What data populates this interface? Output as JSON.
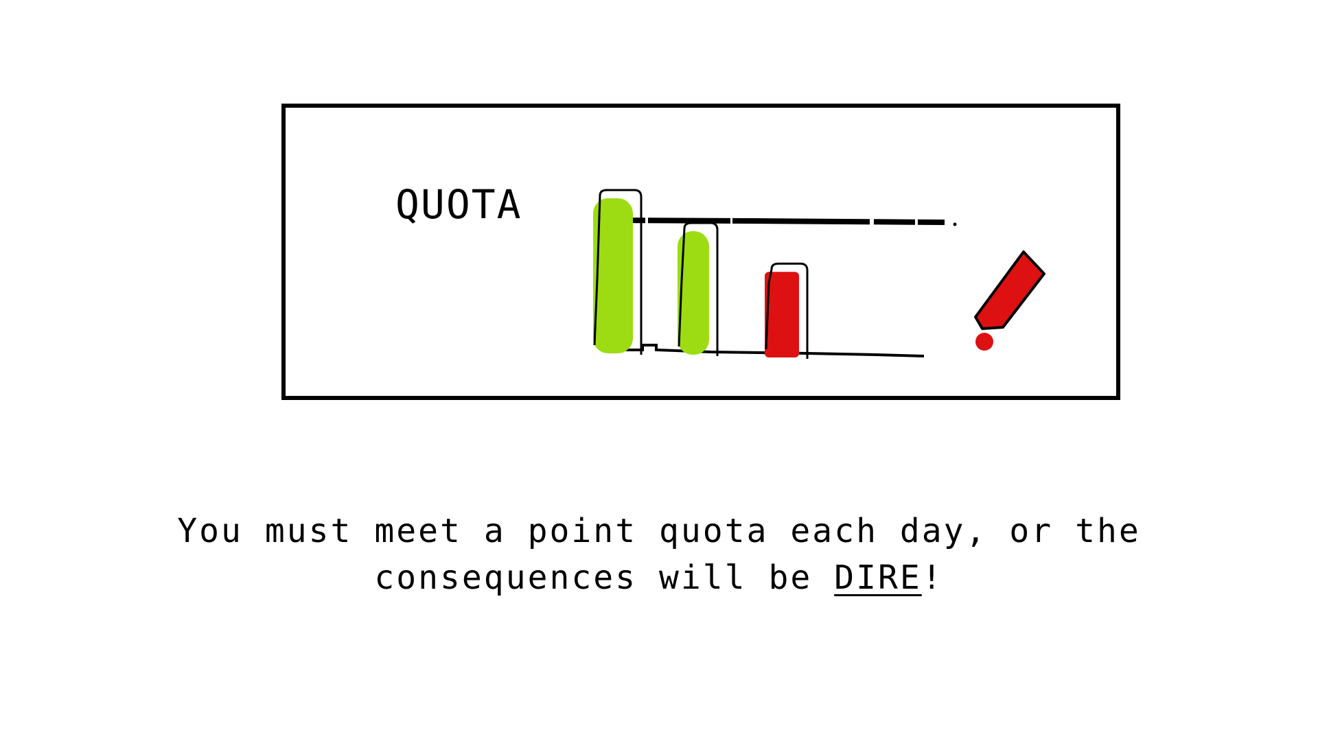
{
  "panel": {
    "label": "QUOTA"
  },
  "chart_data": {
    "type": "bar",
    "categories": [],
    "values": [
      1.25,
      1.0,
      0.7
    ],
    "quota_line": 1.0,
    "colors": [
      "#9ddc12",
      "#9ddc12",
      "#dd1111"
    ],
    "title": "QUOTA",
    "grid": false
  },
  "caption": {
    "prefix": "You must meet a point quota each day, or the consequences will be ",
    "emphasis": "DIRE",
    "suffix": "!"
  },
  "colors": {
    "success": "#9ddc12",
    "danger": "#dd1111",
    "ink": "#000000"
  },
  "icons": {
    "alert": "exclamation-icon"
  }
}
